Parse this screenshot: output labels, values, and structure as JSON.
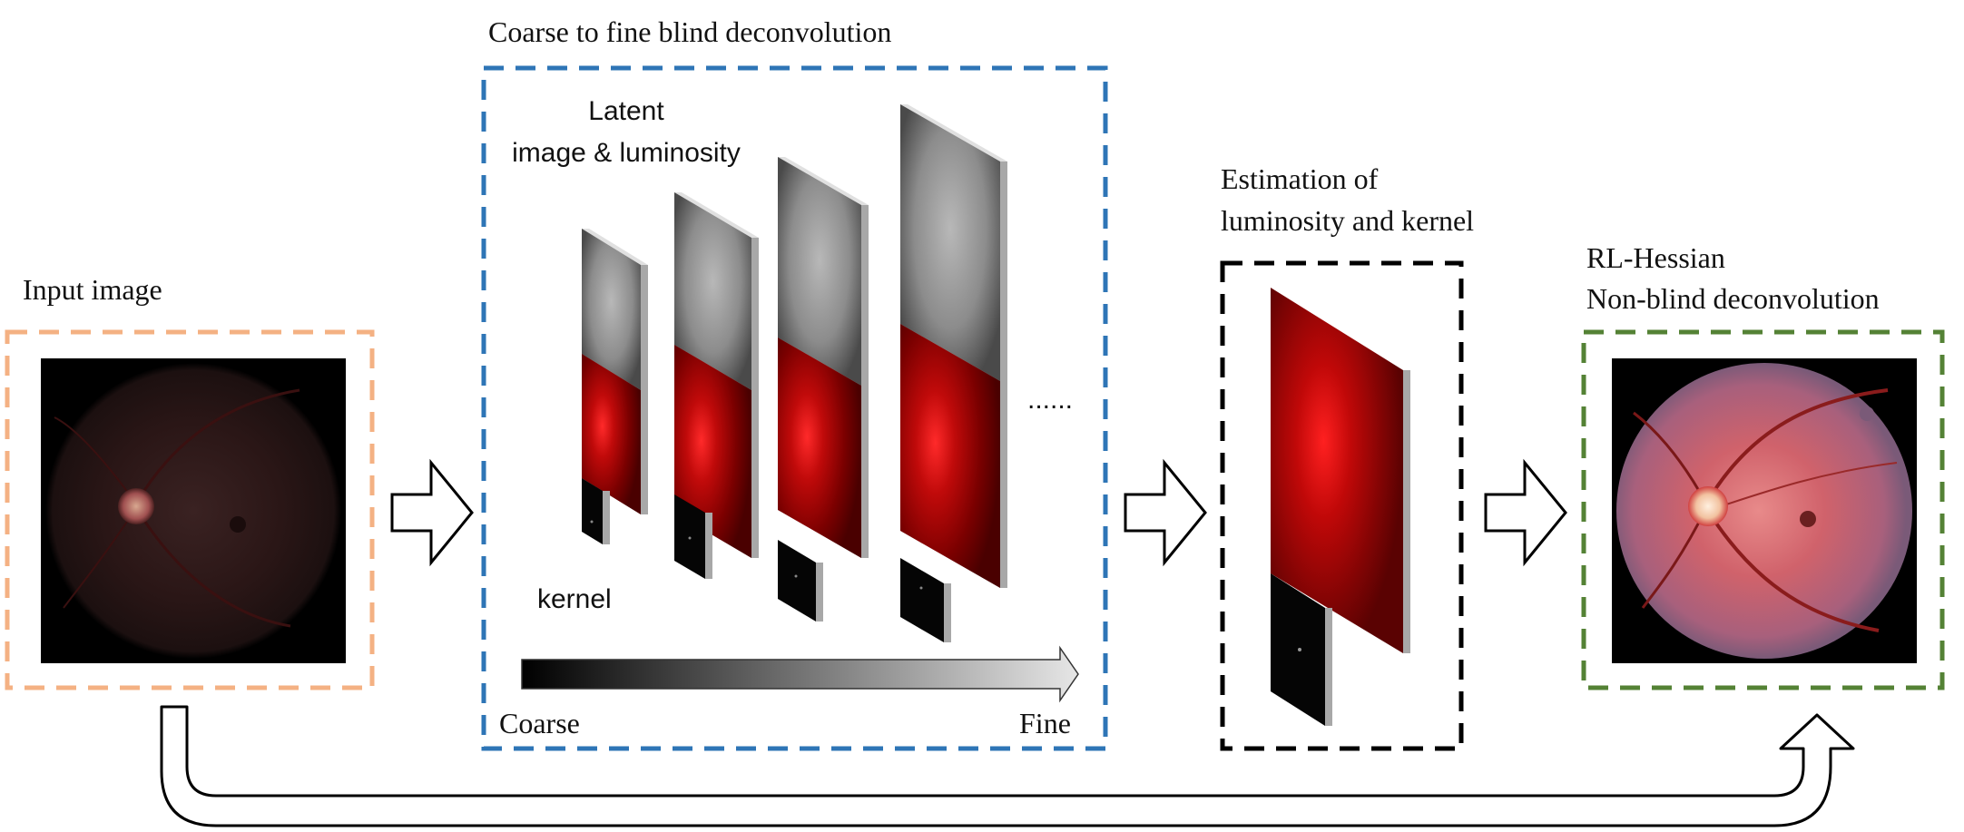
{
  "labels": {
    "input_image": "Input image",
    "coarse_to_fine": "Coarse to fine blind deconvolution",
    "latent_line1": "Latent",
    "latent_line2": "image & luminosity",
    "kernel": "kernel",
    "ellipsis": "......",
    "coarse": "Coarse",
    "fine": "Fine",
    "estimation_line1": "Estimation of",
    "estimation_line2": "luminosity and kernel",
    "rl_line1": "RL-Hessian",
    "rl_line2": "Non-blind deconvolution"
  },
  "colors": {
    "input_box": "#f4b183",
    "blind_box": "#2e75b6",
    "estimation_box": "#000000",
    "output_box": "#548235"
  }
}
